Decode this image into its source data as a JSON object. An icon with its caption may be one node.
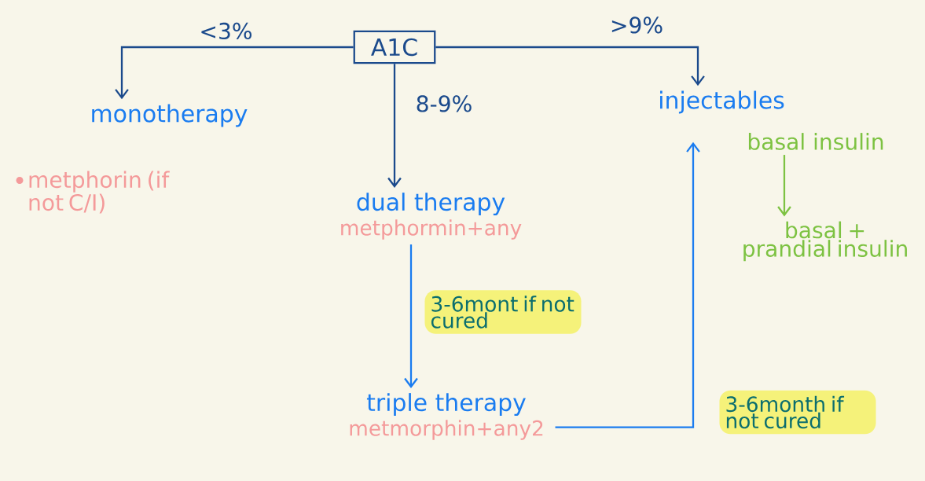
{
  "diagram": {
    "nodes": [
      {
        "text": [
          "A1C"
        ]
      },
      {
        "text": [
          "monotherapy"
        ],
        "beside": [
          "metphorin (if not C/I)"
        ]
      },
      {
        "text": [
          "dual therapy"
        ],
        "beside": [
          "metphormin+any"
        ]
      },
      {
        "text": [
          "triple therapy"
        ],
        "beside": [
          "metmorphin+any2"
        ]
      },
      {
        "text": [
          "injectables"
        ]
      },
      {
        "text": [
          "basal insulin"
        ]
      },
      {
        "text": [
          "basal + prandial insulin"
        ]
      }
    ],
    "edges": [
      {
        "from": 0,
        "to": 1,
        "arrow": "to",
        "label": "<3%"
      },
      {
        "from": 0,
        "to": 2,
        "arrow": "to",
        "label": "8-9%"
      },
      {
        "from": 0,
        "to": 4,
        "arrow": "to",
        "label": ">9%"
      },
      {
        "from": 2,
        "to": 3,
        "arrow": "to",
        "label": "3-6mont if not cured",
        "color": "#1a7cf0"
      },
      {
        "from": 3,
        "to": 4,
        "arrow": "to",
        "label": "3-6month if not cured",
        "color": "#1a7cf0"
      },
      {
        "from": 5,
        "to": 6,
        "arrow": "to",
        "color": "#7dc242"
      }
    ]
  }
}
